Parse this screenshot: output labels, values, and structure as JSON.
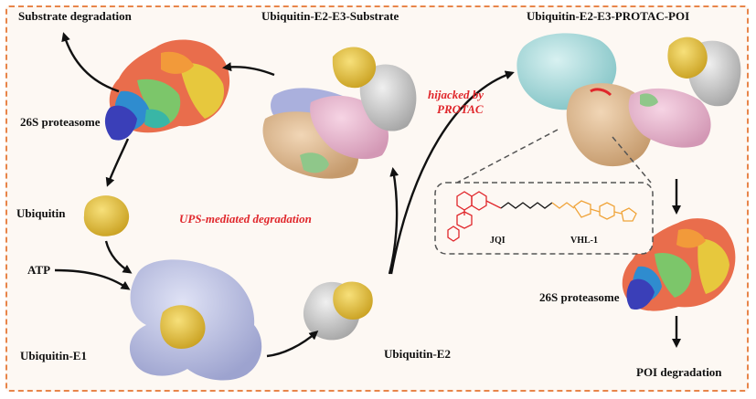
{
  "labels": {
    "substrate_degradation": "Substrate degradation",
    "ubiquitin_e2_e3_substrate": "Ubiquitin-E2-E3-Substrate",
    "ubiquitin_e2_e3_protac_poi": "Ubiquitin-E2-E3-PROTAC-POI",
    "proteasome_left": "26S proteasome",
    "proteasome_right": "26S proteasome",
    "ubiquitin": "Ubiquitin",
    "atp": "ATP",
    "ubiquitin_e1": "Ubiquitin-E1",
    "ubiquitin_e2": "Ubiquitin-E2",
    "poi_degradation": "POI degradation",
    "hijacked_line1": "hijacked by",
    "hijacked_line2": "PROTAC",
    "ups_mediated": "UPS-mediated degradation",
    "jq1": "JQI",
    "vhl1": "VHL-1"
  },
  "colors": {
    "frame": "#e8854a",
    "ubiquitin_gold": "#e6c53a",
    "e1_lavender": "#b8bde0",
    "e2_grey": "#c9c9c9",
    "e3_tan": "#ddb994",
    "pink": "#e9b7cf",
    "green": "#9ccc97",
    "poi_cyan": "#a9dcdc",
    "linker_red": "#e0262b",
    "vhl_orange": "#f0a43a"
  }
}
